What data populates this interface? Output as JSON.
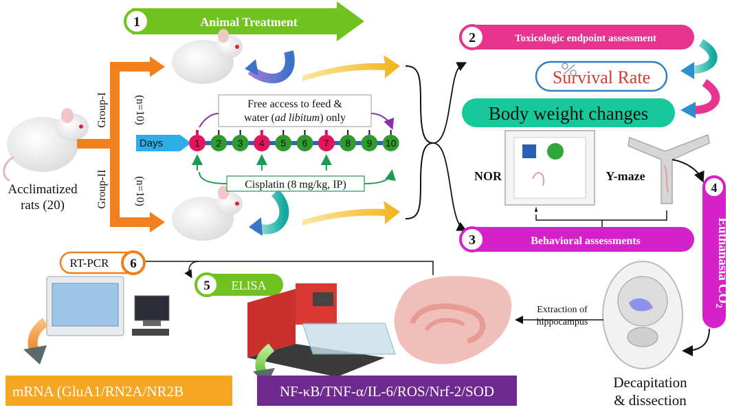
{
  "colors": {
    "green_band": "#70c21f",
    "pink_band": "#e8338f",
    "magenta_band": "#d521c9",
    "teal_box": "#17c99a",
    "orange": "#f07f1c",
    "purple": "#7b2f9a",
    "day_green": "#2f9a2f",
    "day_red": "#e2155c",
    "timeline_blue": "#2d63b8",
    "days_blue": "#2eaee8",
    "gold": "#f2b21b",
    "survival_red": "#d43a32",
    "survival_border": "#2d7fc0"
  },
  "step1": {
    "number": "1",
    "label": "Animal Treatment"
  },
  "step2": {
    "number": "2",
    "label": "Toxicologic endpoint assessment"
  },
  "step3": {
    "number": "3",
    "label": "Behavioral assessments"
  },
  "step4": {
    "number": "4",
    "label": "Euthanasia CO",
    "subscript": "2"
  },
  "step5": {
    "number": "5",
    "label": "ELISA"
  },
  "step6": {
    "number": "6",
    "label": "RT-PCR"
  },
  "rats": {
    "acclimatized_line1": "Acclimatized",
    "acclimatized_line2": "rats (20)",
    "group1": "Group-I",
    "group2": "Group-II",
    "n1": "(n=10)",
    "n2": "(n=10)"
  },
  "timeline": {
    "days_label": "Days",
    "days": [
      {
        "label": "1",
        "color": "red"
      },
      {
        "label": "2",
        "color": "green"
      },
      {
        "label": "3",
        "color": "green"
      },
      {
        "label": "4",
        "color": "red"
      },
      {
        "label": "5",
        "color": "green"
      },
      {
        "label": "6",
        "color": "green"
      },
      {
        "label": "7",
        "color": "red"
      },
      {
        "label": "8",
        "color": "green"
      },
      {
        "label": "9",
        "color": "green"
      },
      {
        "label": "10",
        "color": "green"
      }
    ],
    "feed_line1": "Free access to feed &",
    "feed_line2_a": "water (",
    "feed_line2_italic": "ad libitum",
    "feed_line2_b": ") only",
    "cisplatin": "Cisplatin (8 mg/kg, IP)"
  },
  "endpoints": {
    "survival": "Survival Rate",
    "body_weight": "Body weight changes"
  },
  "behavior": {
    "nor": "NOR",
    "ymaze": "Y-maze"
  },
  "dissection": {
    "line1": "Decapitation",
    "line2": "& dissection",
    "extraction_line1": "Extraction of",
    "extraction_line2": "hippocampus"
  },
  "outputs": {
    "mrna": "mRNA (GluA1/RN2A/NR2B",
    "proteins": "NF-κB/TNF-α/IL-6/ROS/Nrf-2/SOD"
  }
}
